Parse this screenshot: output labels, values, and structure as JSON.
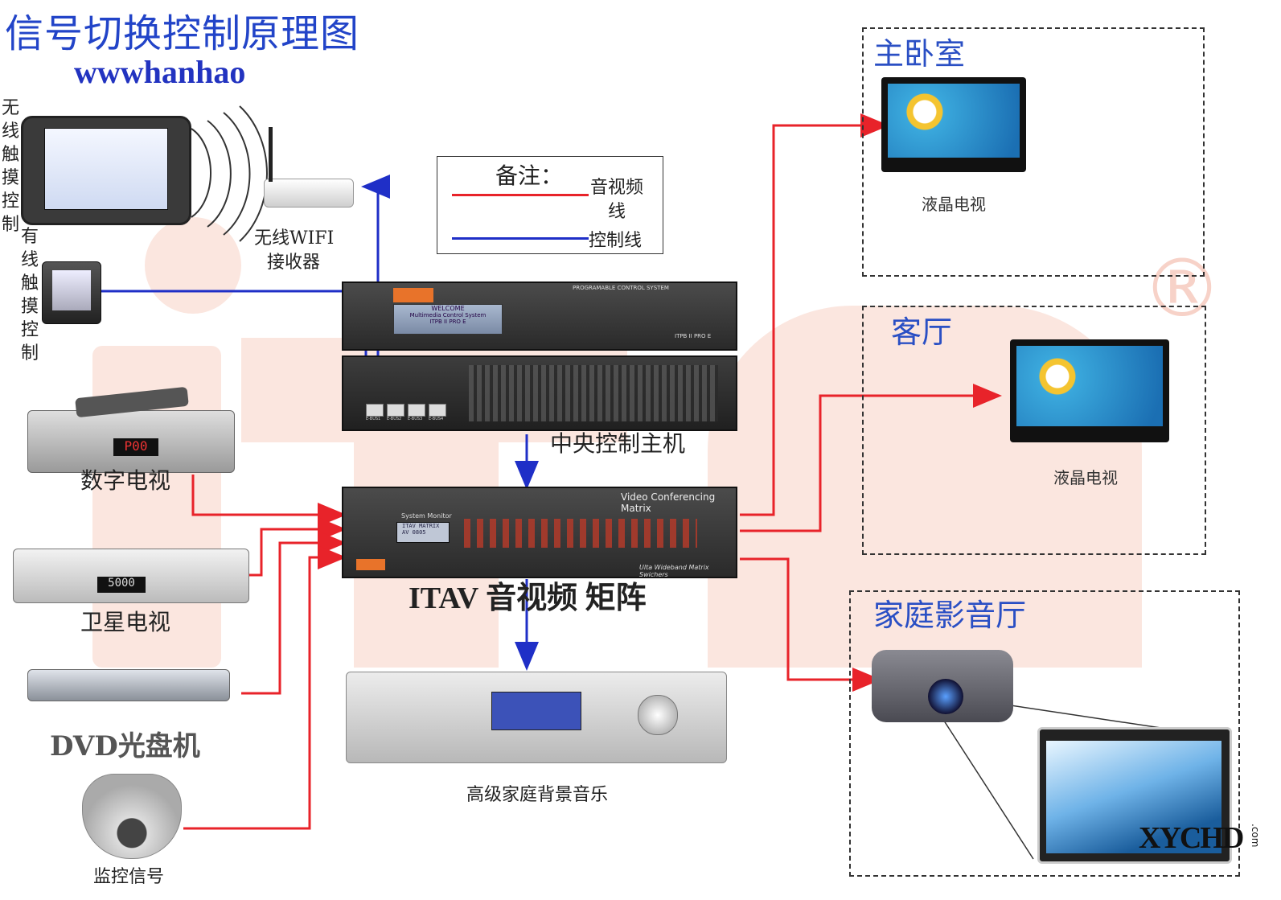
{
  "title": "信号切换控制原理图",
  "subtitle": "wwwhanhao",
  "legend": {
    "heading": "备注：",
    "av_line": "音视频线",
    "control_line": "控制线",
    "av_color": "#e8232a",
    "control_color": "#1f2fc7"
  },
  "sources": {
    "wireless_touch": "无线触摸控制",
    "wired_touch": "有线触摸控制",
    "wifi_receiver_line1": "无线WIFI",
    "wifi_receiver_line2": "接收器",
    "digital_tv": "数字电视",
    "satellite_tv": "卫星电视",
    "dvd": "DVD光盘机",
    "cctv": "监控信号",
    "satellite_display": "5000",
    "digital_display": "P00"
  },
  "central": {
    "label": "中央控制主机",
    "panel_header": "PROGRAMABLE CONTROL SYSTEM",
    "welcome_line1": "WELCOME",
    "welcome_line2": "Multimedia Control System",
    "welcome_line3": "ITPB II PRO E",
    "model": "ITPB II PRO E",
    "ports": [
      "E-BUS1",
      "E-BUS2",
      "E-BUS3",
      "E-BUS4"
    ]
  },
  "matrix": {
    "label": "ITAV 音视频 矩阵",
    "brand": "Video Conferencing Matrix",
    "monitor_label": "System Monitor",
    "screen_line1": "ITAV   MATRIX",
    "screen_line2": "AV     0805",
    "footer": "Ulta Wideband Matrix Swichers"
  },
  "amplifier": {
    "label": "高级家庭背景音乐"
  },
  "rooms": [
    {
      "name": "主卧室",
      "device": "液晶电视"
    },
    {
      "name": "客厅",
      "device": "液晶电视"
    },
    {
      "name": "家庭影音厅",
      "device": ""
    }
  ],
  "watermark_mark": "®",
  "corner_logo": "XYCHD",
  "corner_logo_sub": ".com"
}
